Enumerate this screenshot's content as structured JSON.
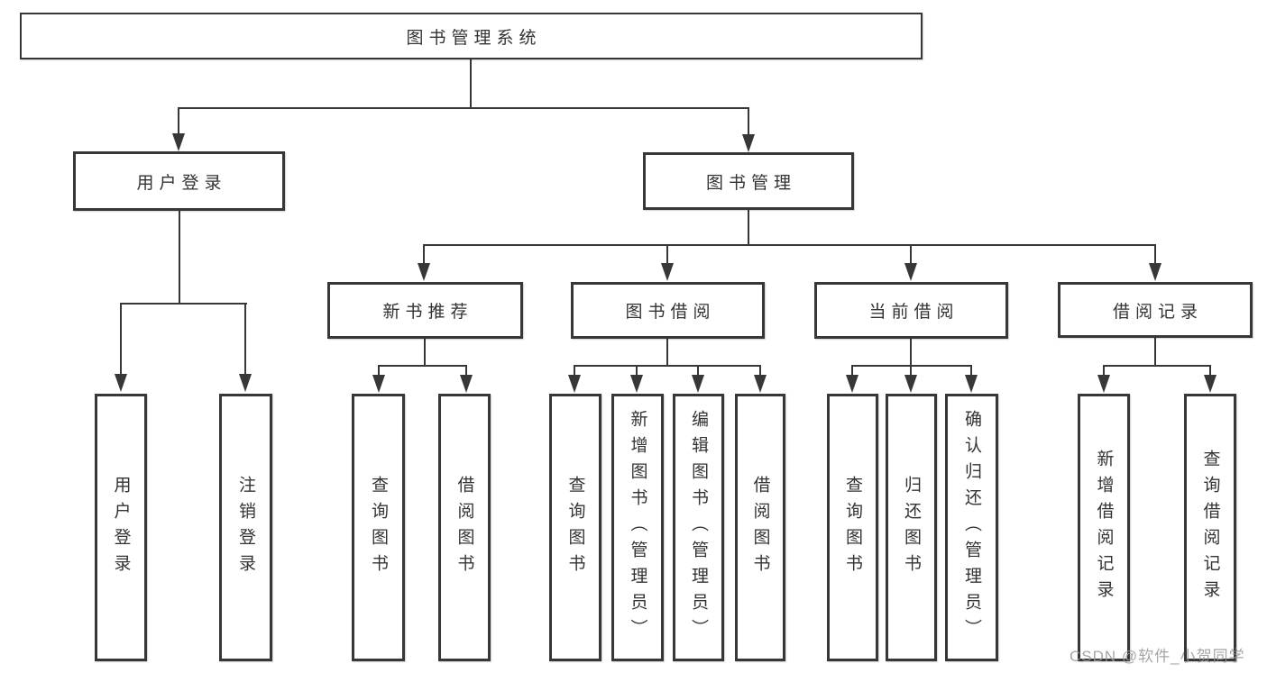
{
  "colors": {
    "line": "#373737",
    "border": "#373737",
    "text": "#333333",
    "background": "#ffffff",
    "watermark": "#969696"
  },
  "watermark": "CSDN @软件_小贺同学",
  "nodes": {
    "root": "图书管理系统",
    "level2": [
      {
        "label": "用户登录"
      },
      {
        "label": "图书管理"
      }
    ],
    "level3": [
      {
        "label": "新书推荐"
      },
      {
        "label": "图书借阅"
      },
      {
        "label": "当前借阅"
      },
      {
        "label": "借阅记录"
      }
    ],
    "children": {
      "login": [
        "用户登录",
        "注销登录"
      ],
      "recommend": [
        "查询图书",
        "借阅图书"
      ],
      "borrow": [
        "查询图书",
        "新增图书（管理员）",
        "编辑图书（管理员）",
        "借阅图书"
      ],
      "current": [
        "查询图书",
        "归还图书",
        "确认归还（管理员）"
      ],
      "records": [
        "新增借阅记录",
        "查询借阅记录"
      ]
    }
  }
}
